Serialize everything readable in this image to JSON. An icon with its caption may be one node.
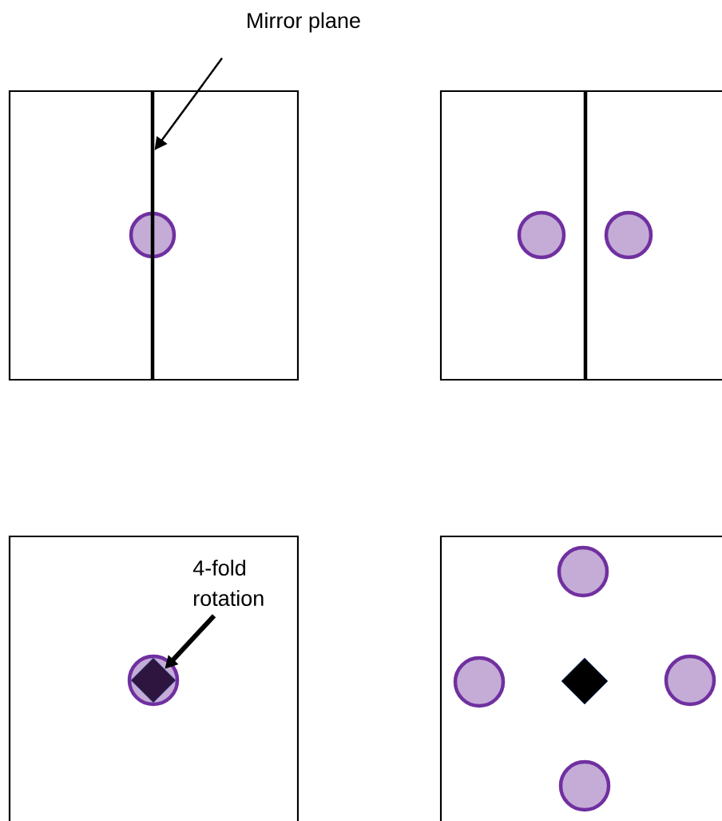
{
  "diagram": {
    "nodes": [
      {
        "text": [
          "Mirror plane"
        ]
      },
      {
        "text": [],
        "shape": "line"
      },
      {
        "text": [
          "4-fold rotation"
        ]
      },
      {
        "text": [],
        "shape": "diamond"
      }
    ],
    "edges": [
      {
        "from": 0,
        "to": 1,
        "arrow": "to"
      },
      {
        "from": 2,
        "to": 3,
        "arrow": "to",
        "style": "thick"
      }
    ]
  }
}
